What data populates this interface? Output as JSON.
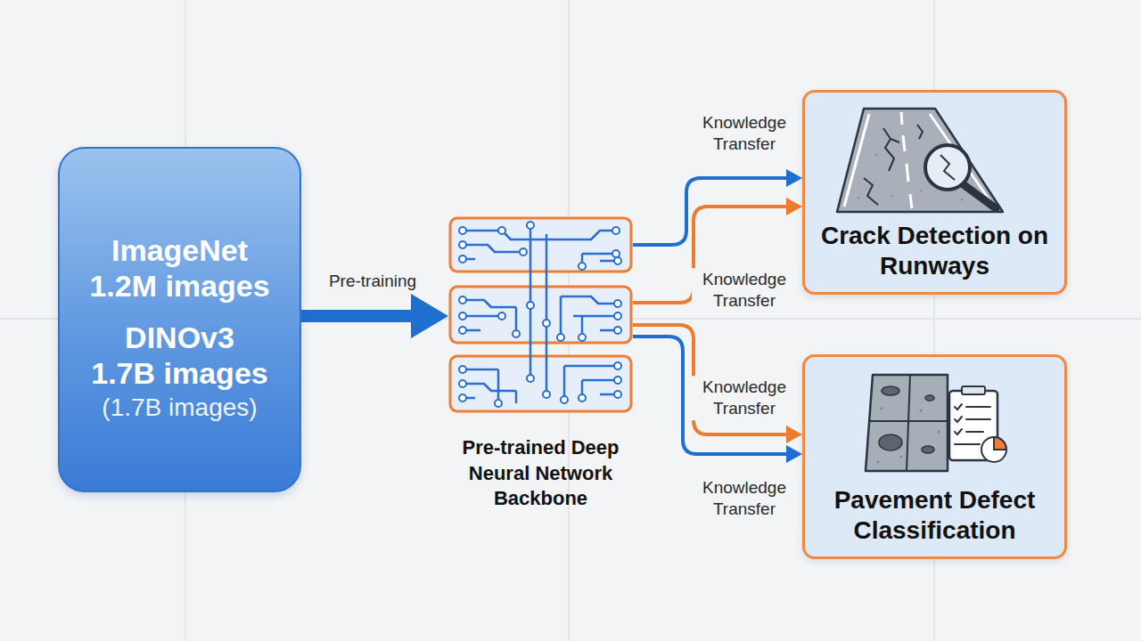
{
  "diagram": {
    "nodes": [
      {
        "text": [
          "ImageNet 1.2M images",
          "DINOv3 1.7B images",
          "(1.7B images)"
        ]
      },
      {
        "text": [
          "Pre-trained Deep Neural Network Backbone"
        ]
      },
      {
        "text": [
          "Crack Detection on Runways"
        ]
      },
      {
        "text": [
          "Pavement Defect Classification"
        ]
      }
    ],
    "edges": [
      {
        "from": 0,
        "to": 1,
        "arrow": "to",
        "label": "Pre-training"
      },
      {
        "from": 1,
        "to": 2,
        "arrow": "to",
        "label": "Knowledge Transfer"
      },
      {
        "from": 1,
        "to": 2,
        "arrow": "to",
        "label": "Knowledge Transfer"
      },
      {
        "from": 1,
        "to": 3,
        "arrow": "to",
        "label": "Knowledge Transfer"
      },
      {
        "from": 1,
        "to": 3,
        "arrow": "to",
        "label": "Knowledge Transfer"
      }
    ]
  }
}
